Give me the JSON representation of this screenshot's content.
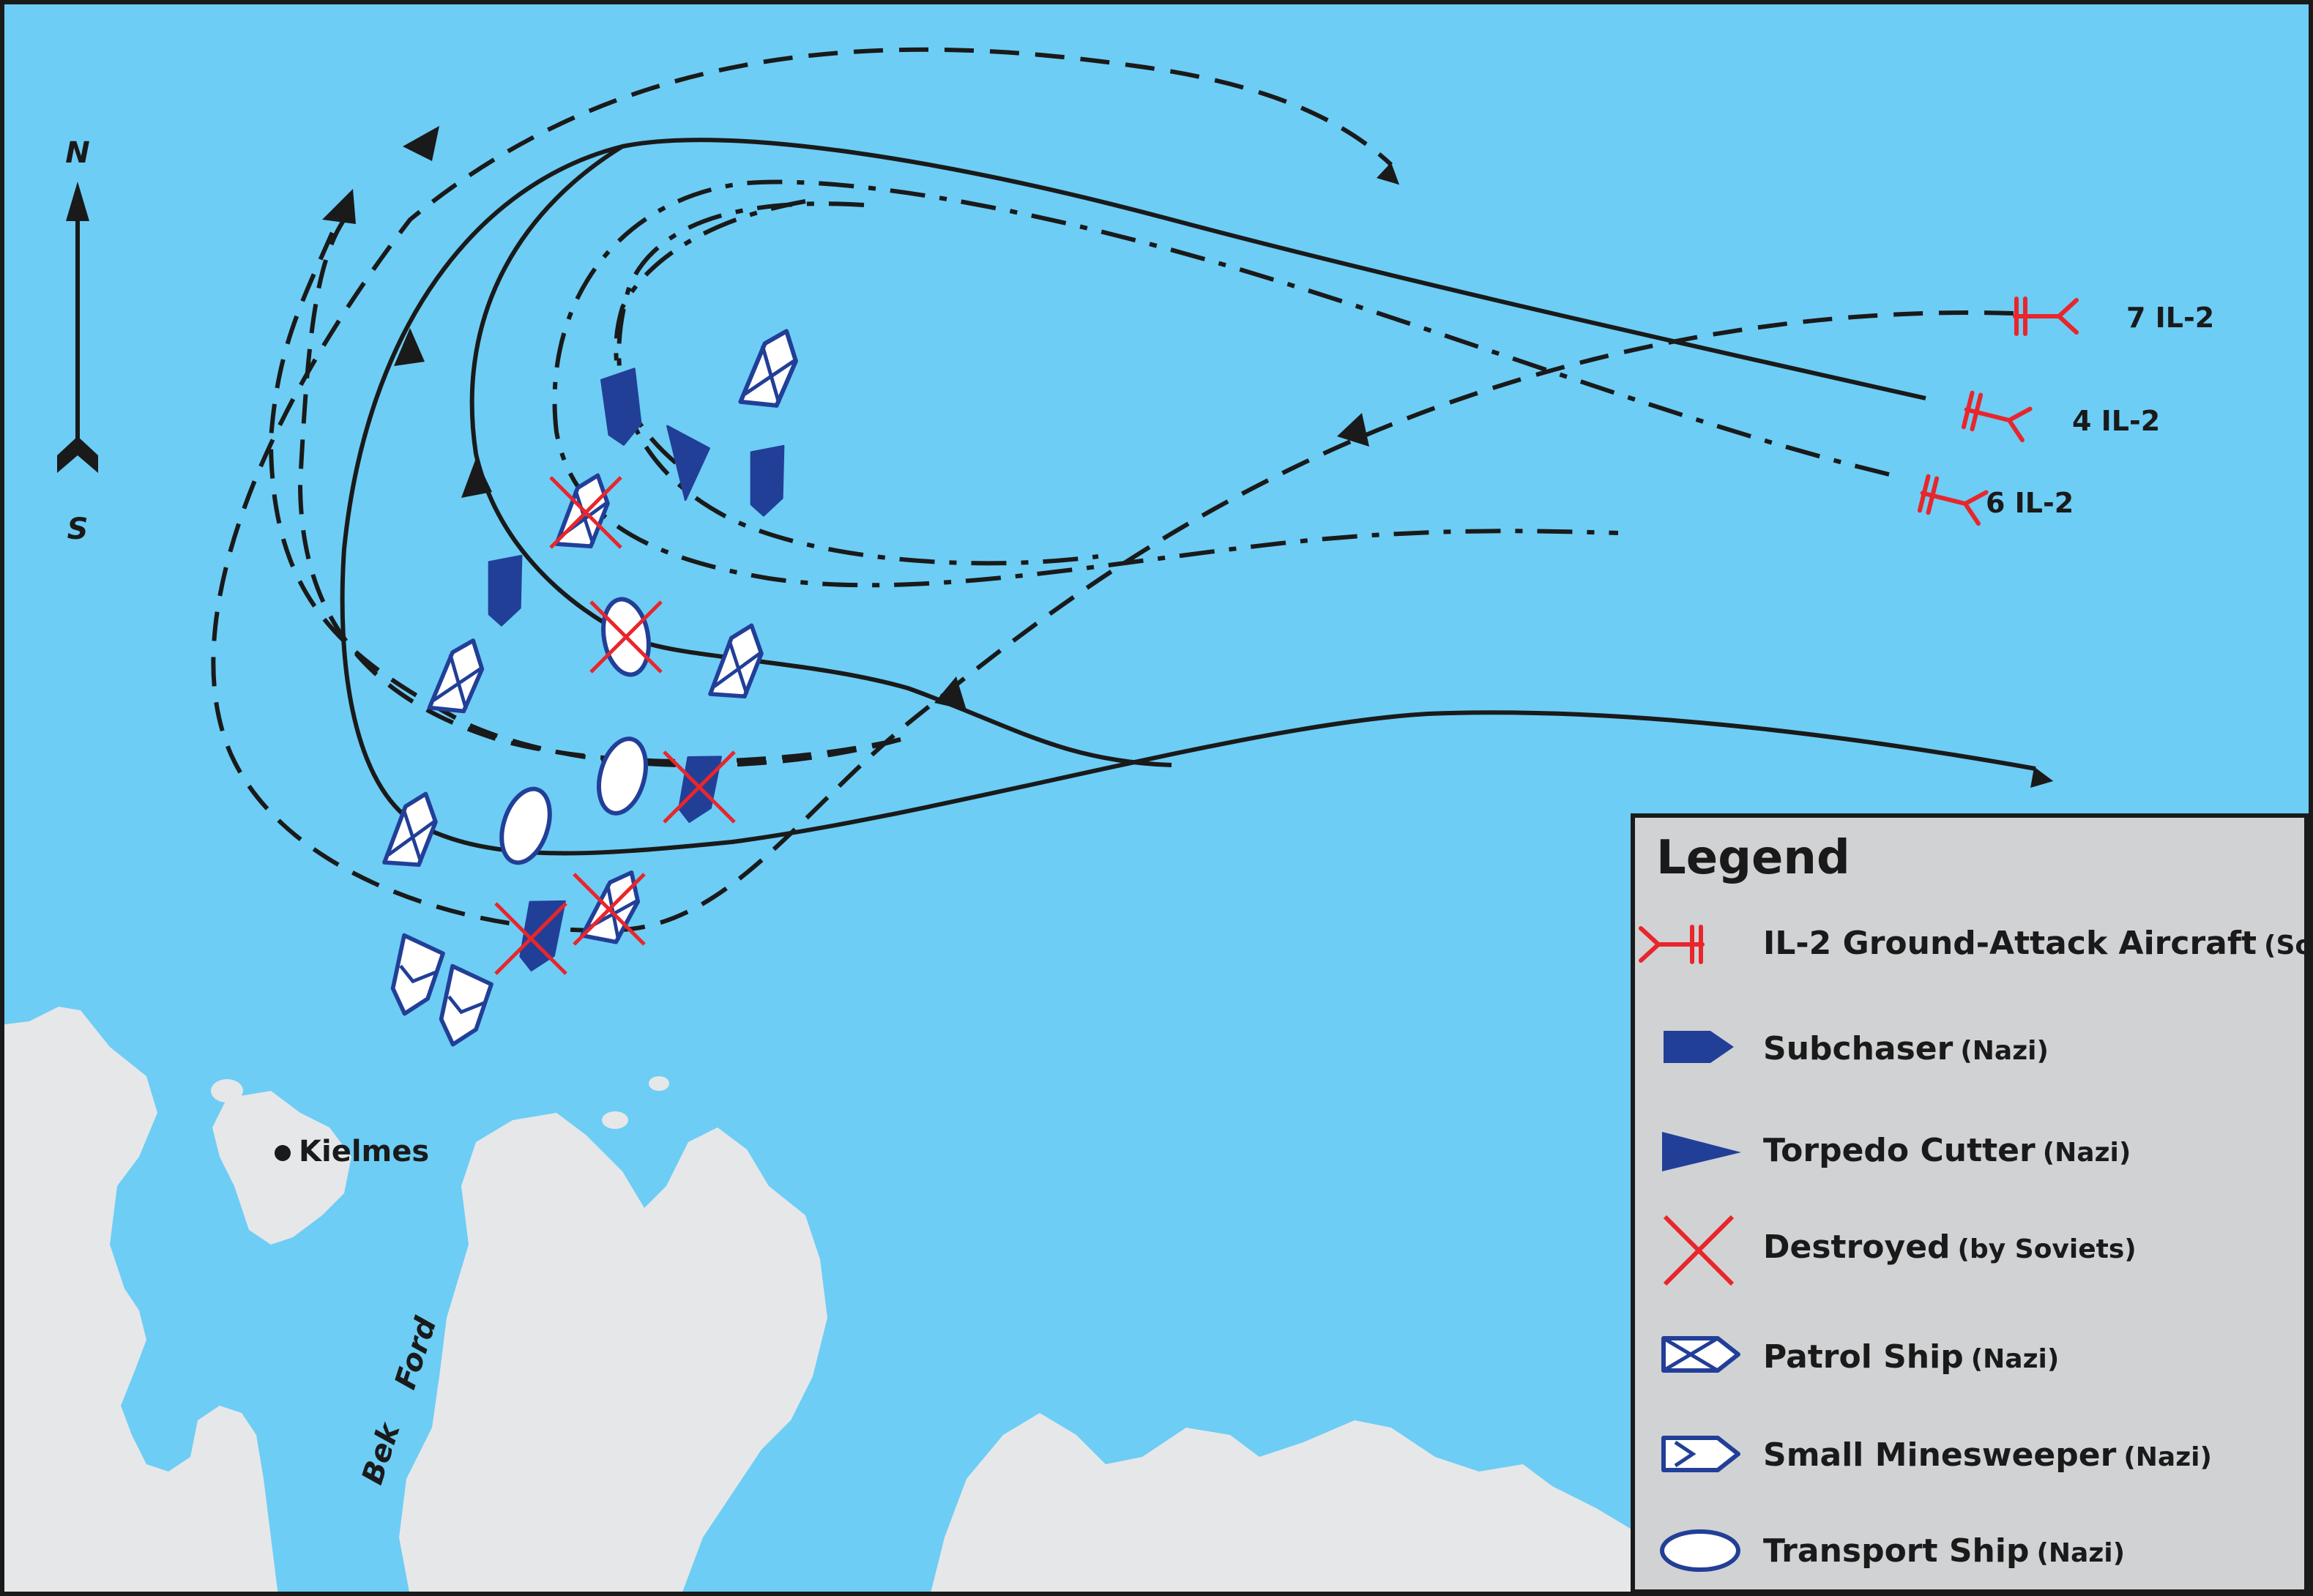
{
  "colors": {
    "sea": "#6dcdf5",
    "land": "#e6e7e9",
    "legend_bg": "#d1d2d4",
    "nazi_blue": "#223f97",
    "soviet_red": "#e8262b",
    "route": "#1a1a1a"
  },
  "compass": {
    "north": "N",
    "south": "S"
  },
  "places": {
    "town": "Kielmes",
    "fjord_word1": "Bek",
    "fjord_word2": "Ford"
  },
  "flights": [
    {
      "label": "7 IL-2"
    },
    {
      "label": "4 IL-2"
    },
    {
      "label": "6 IL-2"
    }
  ],
  "legend": {
    "title": "Legend",
    "items": [
      {
        "symbol": "il2-aircraft-icon",
        "label": "IL-2 Ground-Attack Aircraft",
        "note": "(Soviet)"
      },
      {
        "symbol": "subchaser-icon",
        "label": "Subchaser",
        "note": "(Nazi)"
      },
      {
        "symbol": "torpedo-cutter-icon",
        "label": "Torpedo Cutter",
        "note": "(Nazi)"
      },
      {
        "symbol": "destroyed-cross-icon",
        "label": "Destroyed",
        "note": "(by Soviets)"
      },
      {
        "symbol": "patrol-ship-icon",
        "label": "Patrol Ship",
        "note": "(Nazi)"
      },
      {
        "symbol": "minesweeper-icon",
        "label": "Small Minesweeper",
        "note": "(Nazi)"
      },
      {
        "symbol": "transport-ship-icon",
        "label": "Transport Ship",
        "note": "(Nazi)"
      }
    ]
  }
}
